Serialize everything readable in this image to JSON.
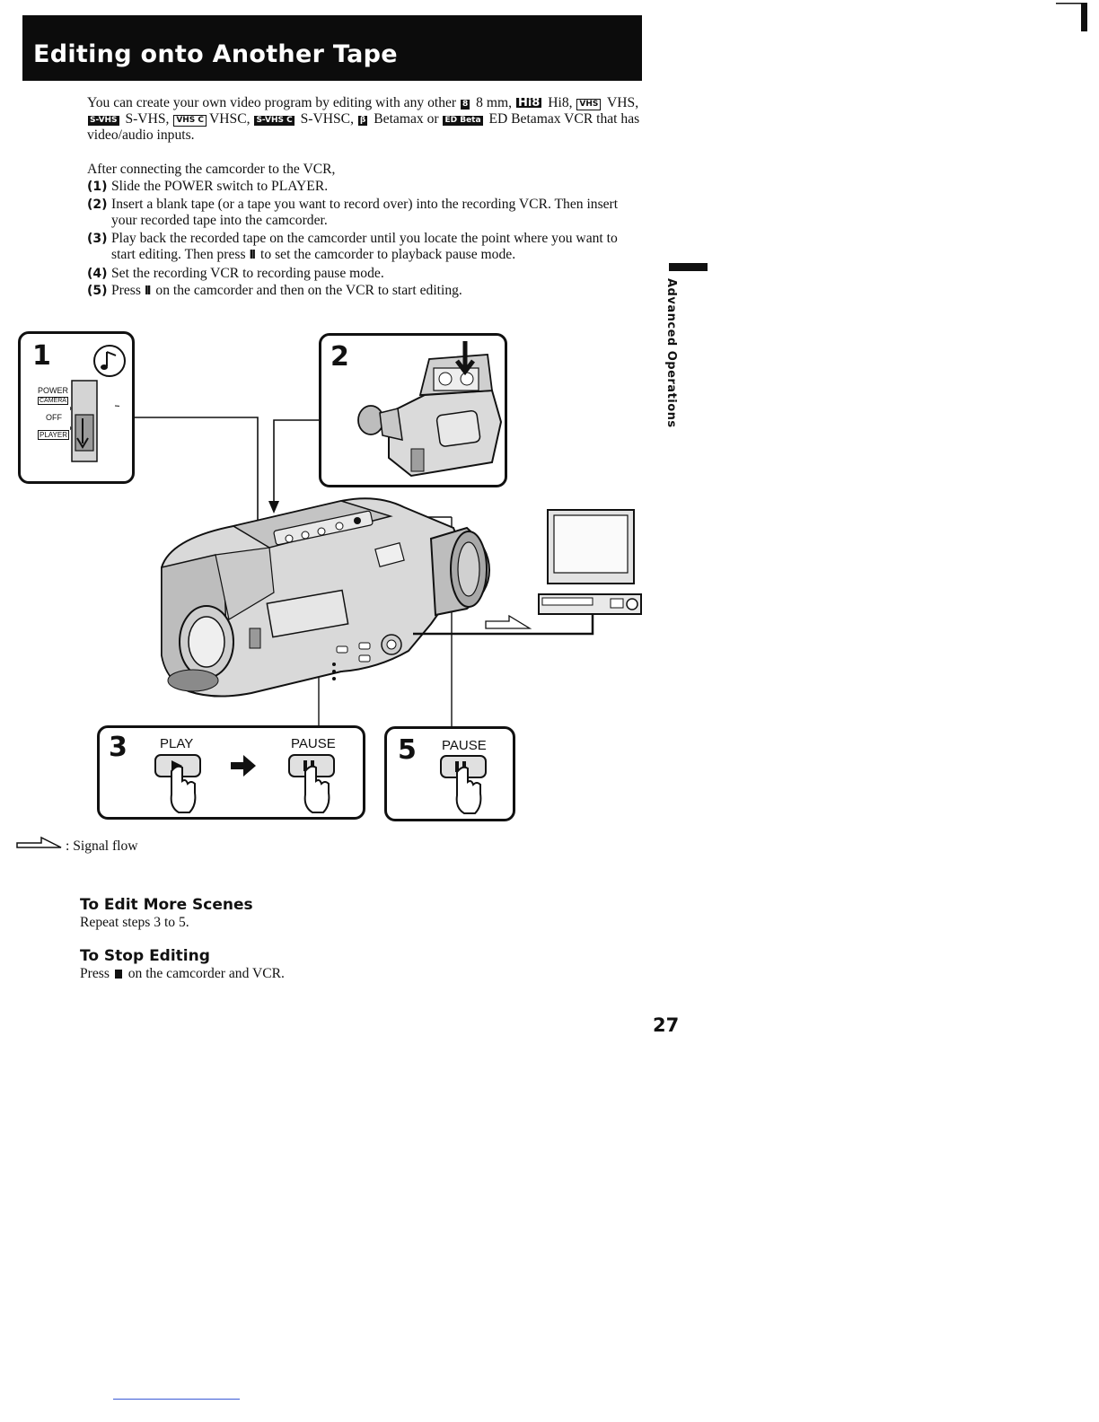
{
  "header": {
    "title": "Editing onto Another Tape"
  },
  "intro": {
    "part1": "You can create your own video program by editing with any other ",
    "logo_8mm": "8",
    "part2": " 8 mm, ",
    "logo_hi8": "Hi8",
    "part3": " Hi8,",
    "logo_vhs": "VHS",
    "part4": " VHS, ",
    "logo_svhs": "S-VHS",
    "part5": " S-VHS, ",
    "logo_vhsc": "VHS C",
    "part6": "VHSC, ",
    "logo_svhsc": "S-VHS C",
    "part7": " S-VHSC, ",
    "logo_beta": "β",
    "part8": " Betamax or ",
    "logo_edbeta": "ED Beta",
    "part9": " ED Betamax VCR that has video/audio inputs."
  },
  "steps_intro": "After connecting the camcorder to the VCR,",
  "steps": [
    {
      "num": "(1)",
      "text": "Slide the POWER switch to PLAYER."
    },
    {
      "num": "(2)",
      "text": "Insert a blank tape (or a tape you want to record over) into the recording VCR. Then insert your recorded tape into the camcorder."
    },
    {
      "num": "(3)",
      "text_a": "Play back the recorded tape on the camcorder until you locate the point where you want to start editing. Then press ",
      "pause": "II",
      "text_b": " to set the camcorder to playback pause mode."
    },
    {
      "num": "(4)",
      "text": "Set the recording VCR to recording pause mode."
    },
    {
      "num": "(5)",
      "text_a": "Press ",
      "pause": "II",
      "text_b": " on the camcorder and then on the VCR to start editing."
    }
  ],
  "side_tab": "Advanced Operations",
  "figure": {
    "panel1": {
      "num": "1",
      "power": "POWER",
      "camera": "CAMERA",
      "off": "OFF",
      "player": "PLAYER"
    },
    "panel2": {
      "num": "2"
    },
    "panel3": {
      "num": "3",
      "play_label": "PLAY",
      "pause_label": "PAUSE"
    },
    "panel5": {
      "num": "5",
      "pause_label": "PAUSE"
    }
  },
  "legend": {
    "signal_flow": ": Signal flow"
  },
  "sections": {
    "more_scenes": {
      "title": "To Edit More Scenes",
      "text": "Repeat steps 3 to 5."
    },
    "stop_editing": {
      "title": "To Stop Editing",
      "text_a": "Press ",
      "text_b": " on the camcorder and VCR."
    }
  },
  "page_number": "27"
}
